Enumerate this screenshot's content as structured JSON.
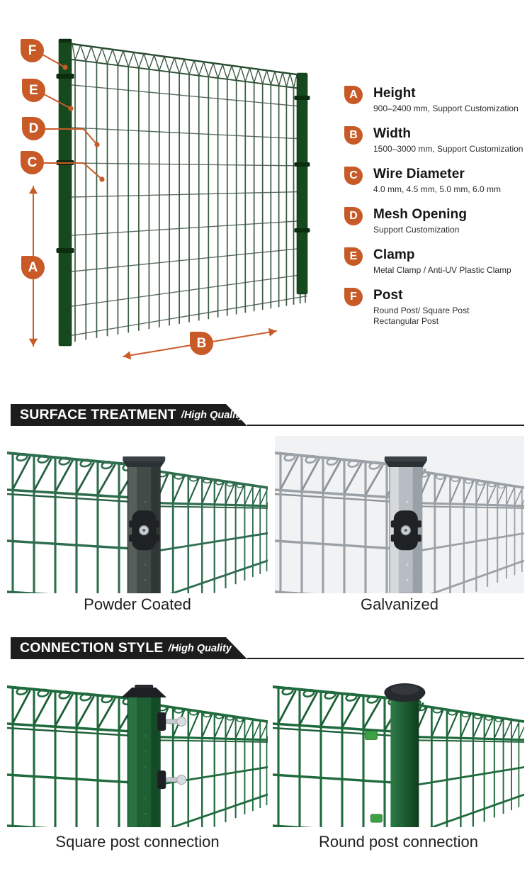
{
  "colors": {
    "accent": "#C85A28",
    "banner_bg": "#1d1d1d",
    "post_green": "#17491e",
    "wire_green": "#3a5a40",
    "powder_green": "#2e6d4d",
    "galvanized_gray": "#9aa1a7",
    "photo_bg_gray": "#f1f2f3"
  },
  "diagram": {
    "markers": [
      {
        "letter": "F"
      },
      {
        "letter": "E"
      },
      {
        "letter": "D"
      },
      {
        "letter": "C"
      },
      {
        "letter": "A"
      },
      {
        "letter": "B"
      }
    ],
    "legend": [
      {
        "letter": "A",
        "title": "Height",
        "desc": "900–2400 mm, Support Customization"
      },
      {
        "letter": "B",
        "title": "Width",
        "desc": "1500–3000 mm, Support Customization"
      },
      {
        "letter": "C",
        "title": "Wire Diameter",
        "desc": "4.0 mm, 4.5 mm, 5.0 mm, 6.0 mm"
      },
      {
        "letter": "D",
        "title": "Mesh Opening",
        "desc": "Support Customization"
      },
      {
        "letter": "E",
        "title": "Clamp",
        "desc": "Metal Clamp / Anti-UV Plastic Clamp"
      },
      {
        "letter": "F",
        "title": "Post",
        "desc": "Round Post/ Square Post",
        "desc2": "Rectangular Post"
      }
    ]
  },
  "sections": [
    {
      "title": "SURFACE TREATMENT",
      "tag": "/High Quality",
      "items": [
        {
          "caption": "Powder Coated"
        },
        {
          "caption": "Galvanized"
        }
      ]
    },
    {
      "title": "CONNECTION STYLE",
      "tag": "/High Quality",
      "items": [
        {
          "caption": "Square post connection"
        },
        {
          "caption": "Round post connection"
        }
      ]
    }
  ]
}
